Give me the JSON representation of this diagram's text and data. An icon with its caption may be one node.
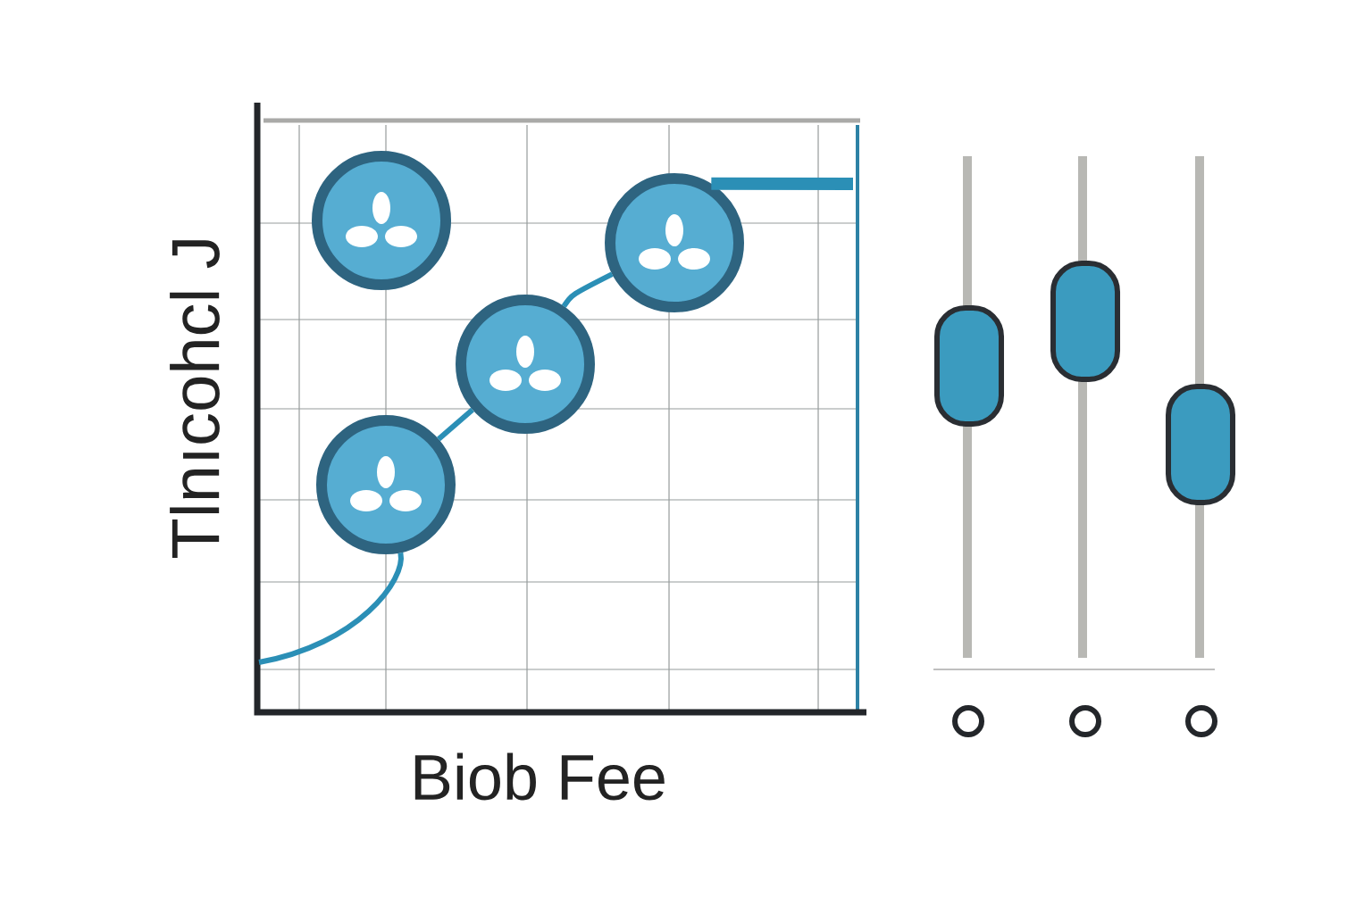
{
  "diagram": {
    "nodes": [
      {
        "text": [],
        "shape": "circle"
      },
      {
        "text": [],
        "shape": "circle"
      },
      {
        "text": [],
        "shape": "circle"
      },
      {
        "text": [],
        "shape": "circle"
      }
    ],
    "edges": [
      {
        "from": null,
        "to": 3,
        "arrow": "none"
      },
      {
        "from": 3,
        "to": 2,
        "arrow": "none"
      },
      {
        "from": 2,
        "to": 1,
        "arrow": "none"
      },
      {
        "from": 1,
        "to": null,
        "arrow": "none",
        "style": "thick"
      }
    ],
    "labels": [
      "Tlnıcohcl J",
      "Biob Fee"
    ]
  }
}
